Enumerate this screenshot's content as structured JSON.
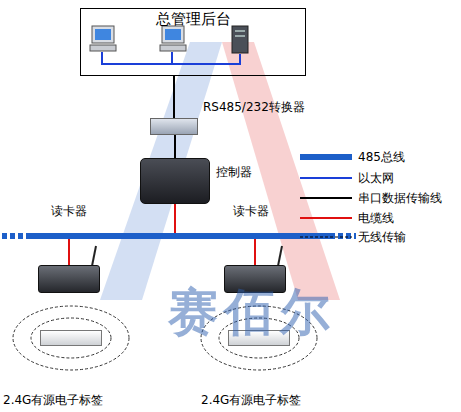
{
  "diagram": {
    "nodes": [
      {
        "text": [
          "总管理后台"
        ]
      },
      {
        "text": [
          "RS485/232转换器"
        ]
      },
      {
        "text": [
          "控制器"
        ]
      },
      {
        "text": [
          "读卡器"
        ]
      },
      {
        "text": [
          "读卡器"
        ]
      },
      {
        "text": [
          "2.4G有源电子标签"
        ]
      },
      {
        "text": [
          "2.4G有源电子标签"
        ]
      }
    ],
    "edges": [
      {
        "from": 0,
        "to": 1,
        "arrow": "none"
      },
      {
        "from": 1,
        "to": 2,
        "arrow": "none"
      },
      {
        "from": 2,
        "to": 3,
        "arrow": "none"
      },
      {
        "from": 2,
        "to": 4,
        "arrow": "none"
      }
    ],
    "labels": [
      "赛佰尔"
    ],
    "legend": [
      {
        "text": "485总线"
      },
      {
        "text": "以太网"
      },
      {
        "text": "串口数据传输线"
      },
      {
        "text": "电缆线"
      },
      {
        "text": "无线传输"
      }
    ]
  }
}
